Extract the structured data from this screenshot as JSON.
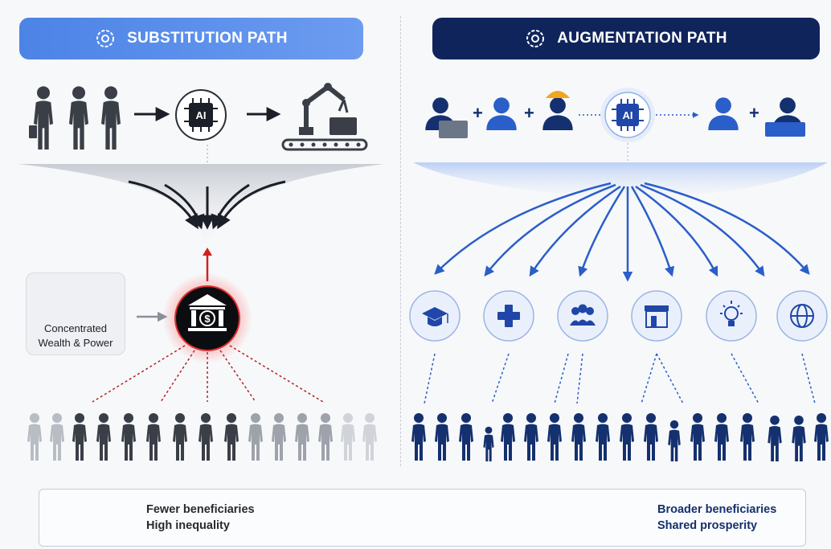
{
  "headers": {
    "left": "SUBSTITUTION PATH",
    "right": "AUGMENTATION PATH"
  },
  "chips": {
    "left_ai": "AI",
    "right_ai": "AI"
  },
  "wealth_card": {
    "line1": "Concentrated",
    "line2": "Wealth & Power"
  },
  "outcomes": {
    "left": {
      "line1": "Fewer beneficiaries",
      "line2": "High inequality"
    },
    "right": {
      "line1": "Broader beneficiaries",
      "line2": "Shared prosperity"
    }
  },
  "colors": {
    "substitution": "#4c83e6",
    "augmentation_dark": "#10245c",
    "augmentation_accent": "#2a5ec9",
    "concentration_red": "#8b1c1c",
    "dark_figure": "#3a3e47"
  },
  "sector_icons": [
    "education-icon",
    "health-icon",
    "community-icon",
    "storefront-icon",
    "lightbulb-icon",
    "globe-icon"
  ]
}
